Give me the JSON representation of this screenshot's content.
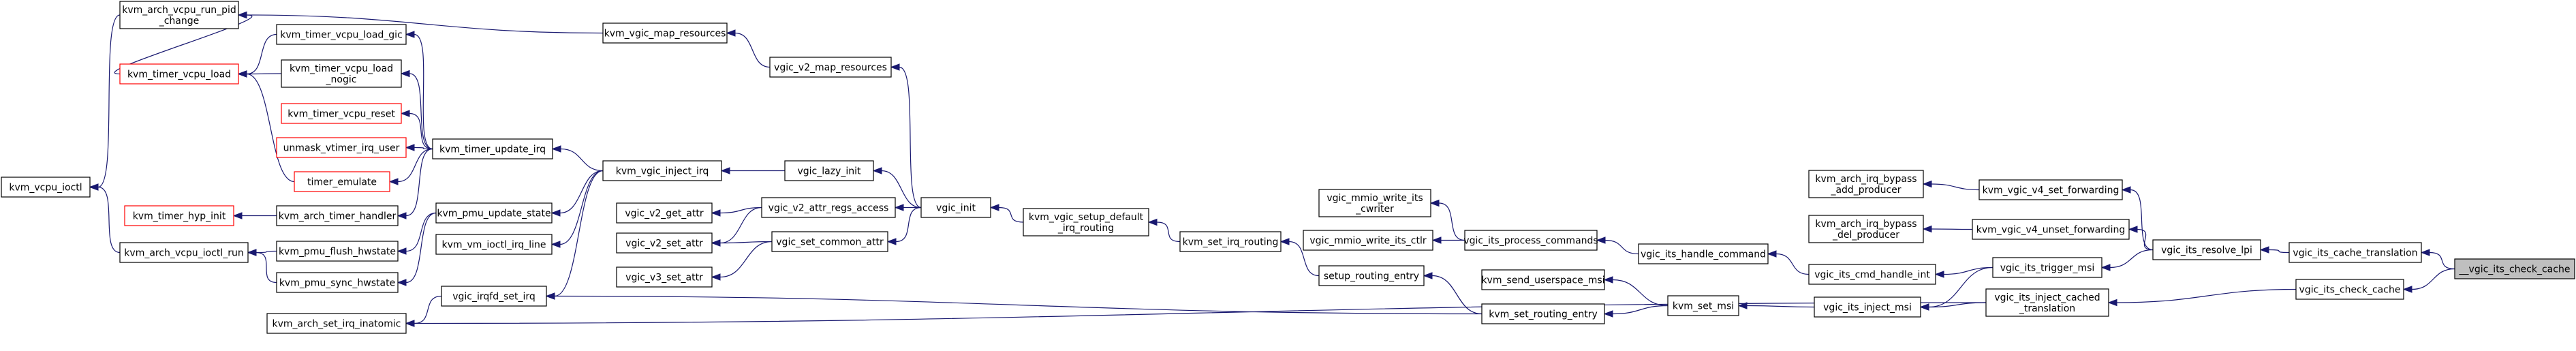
{
  "graph": {
    "title": "",
    "colors": {
      "edge": "#191970",
      "highlight_border": "#ff0000",
      "root_fill": "#bfbfbf"
    },
    "nodes": [
      {
        "id": "kvm_arch_vcpu_run_pid_change",
        "lines": [
          "kvm_arch_vcpu_run_pid",
          "_change"
        ],
        "variant": "normal"
      },
      {
        "id": "kvm_timer_vcpu_load",
        "lines": [
          "kvm_timer_vcpu_load"
        ],
        "variant": "red"
      },
      {
        "id": "kvm_timer_vcpu_load_gic",
        "lines": [
          "kvm_timer_vcpu_load_gic"
        ],
        "variant": "normal"
      },
      {
        "id": "kvm_timer_vcpu_load_nogic",
        "lines": [
          "kvm_timer_vcpu_load",
          "_nogic"
        ],
        "variant": "normal"
      },
      {
        "id": "kvm_timer_vcpu_reset",
        "lines": [
          "kvm_timer_vcpu_reset"
        ],
        "variant": "red"
      },
      {
        "id": "unmask_vtimer_irq_user",
        "lines": [
          "unmask_vtimer_irq_user"
        ],
        "variant": "red"
      },
      {
        "id": "timer_emulate",
        "lines": [
          "timer_emulate"
        ],
        "variant": "red"
      },
      {
        "id": "kvm_timer_hyp_init",
        "lines": [
          "kvm_timer_hyp_init"
        ],
        "variant": "red"
      },
      {
        "id": "kvm_vcpu_ioctl",
        "lines": [
          "kvm_vcpu_ioctl"
        ],
        "variant": "normal"
      },
      {
        "id": "kvm_arch_vcpu_ioctl_run",
        "lines": [
          "kvm_arch_vcpu_ioctl_run"
        ],
        "variant": "normal"
      },
      {
        "id": "kvm_arch_timer_handler",
        "lines": [
          "kvm_arch_timer_handler"
        ],
        "variant": "normal"
      },
      {
        "id": "kvm_pmu_flush_hwstate",
        "lines": [
          "kvm_pmu_flush_hwstate"
        ],
        "variant": "normal"
      },
      {
        "id": "kvm_pmu_sync_hwstate",
        "lines": [
          "kvm_pmu_sync_hwstate"
        ],
        "variant": "normal"
      },
      {
        "id": "kvm_arch_set_irq_inatomic",
        "lines": [
          "kvm_arch_set_irq_inatomic"
        ],
        "variant": "normal"
      },
      {
        "id": "kvm_timer_update_irq",
        "lines": [
          "kvm_timer_update_irq"
        ],
        "variant": "normal"
      },
      {
        "id": "kvm_pmu_update_state",
        "lines": [
          "kvm_pmu_update_state"
        ],
        "variant": "normal"
      },
      {
        "id": "kvm_vm_ioctl_irq_line",
        "lines": [
          "kvm_vm_ioctl_irq_line"
        ],
        "variant": "normal"
      },
      {
        "id": "vgic_irqfd_set_irq",
        "lines": [
          "vgic_irqfd_set_irq"
        ],
        "variant": "normal"
      },
      {
        "id": "kvm_vgic_map_resources",
        "lines": [
          "kvm_vgic_map_resources"
        ],
        "variant": "normal"
      },
      {
        "id": "vgic_v2_map_resources",
        "lines": [
          "vgic_v2_map_resources"
        ],
        "variant": "normal"
      },
      {
        "id": "kvm_vgic_inject_irq",
        "lines": [
          "kvm_vgic_inject_irq"
        ],
        "variant": "normal"
      },
      {
        "id": "vgic_v2_get_attr",
        "lines": [
          "vgic_v2_get_attr"
        ],
        "variant": "normal"
      },
      {
        "id": "vgic_v2_set_attr",
        "lines": [
          "vgic_v2_set_attr"
        ],
        "variant": "normal"
      },
      {
        "id": "vgic_v3_set_attr",
        "lines": [
          "vgic_v3_set_attr"
        ],
        "variant": "normal"
      },
      {
        "id": "vgic_lazy_init",
        "lines": [
          "vgic_lazy_init"
        ],
        "variant": "normal"
      },
      {
        "id": "vgic_v2_attr_regs_access",
        "lines": [
          "vgic_v2_attr_regs_access"
        ],
        "variant": "normal"
      },
      {
        "id": "vgic_set_common_attr",
        "lines": [
          "vgic_set_common_attr"
        ],
        "variant": "normal"
      },
      {
        "id": "vgic_init",
        "lines": [
          "vgic_init"
        ],
        "variant": "normal"
      },
      {
        "id": "kvm_vgic_setup_default_irq_routing",
        "lines": [
          "kvm_vgic_setup_default",
          "_irq_routing"
        ],
        "variant": "normal"
      },
      {
        "id": "kvm_set_irq_routing",
        "lines": [
          "kvm_set_irq_routing"
        ],
        "variant": "normal"
      },
      {
        "id": "setup_routing_entry",
        "lines": [
          "setup_routing_entry"
        ],
        "variant": "normal"
      },
      {
        "id": "vgic_mmio_write_its_cwriter",
        "lines": [
          "vgic_mmio_write_its",
          "_cwriter"
        ],
        "variant": "normal"
      },
      {
        "id": "vgic_mmio_write_its_ctlr",
        "lines": [
          "vgic_mmio_write_its_ctlr"
        ],
        "variant": "normal"
      },
      {
        "id": "vgic_its_process_commands",
        "lines": [
          "vgic_its_process_commands"
        ],
        "variant": "normal"
      },
      {
        "id": "kvm_send_userspace_msi",
        "lines": [
          "kvm_send_userspace_msi"
        ],
        "variant": "normal"
      },
      {
        "id": "kvm_set_routing_entry",
        "lines": [
          "kvm_set_routing_entry"
        ],
        "variant": "normal"
      },
      {
        "id": "vgic_its_handle_command",
        "lines": [
          "vgic_its_handle_command"
        ],
        "variant": "normal"
      },
      {
        "id": "kvm_set_msi",
        "lines": [
          "kvm_set_msi"
        ],
        "variant": "normal"
      },
      {
        "id": "kvm_arch_irq_bypass_add_producer",
        "lines": [
          "kvm_arch_irq_bypass",
          "_add_producer"
        ],
        "variant": "normal"
      },
      {
        "id": "kvm_arch_irq_bypass_del_producer",
        "lines": [
          "kvm_arch_irq_bypass",
          "_del_producer"
        ],
        "variant": "normal"
      },
      {
        "id": "vgic_its_cmd_handle_int",
        "lines": [
          "vgic_its_cmd_handle_int"
        ],
        "variant": "normal"
      },
      {
        "id": "vgic_its_inject_msi",
        "lines": [
          "vgic_its_inject_msi"
        ],
        "variant": "normal"
      },
      {
        "id": "kvm_vgic_v4_set_forwarding",
        "lines": [
          "kvm_vgic_v4_set_forwarding"
        ],
        "variant": "normal"
      },
      {
        "id": "kvm_vgic_v4_unset_forwarding",
        "lines": [
          "kvm_vgic_v4_unset_forwarding"
        ],
        "variant": "normal"
      },
      {
        "id": "vgic_its_trigger_msi",
        "lines": [
          "vgic_its_trigger_msi"
        ],
        "variant": "normal"
      },
      {
        "id": "vgic_its_inject_cached_translation",
        "lines": [
          "vgic_its_inject_cached",
          "_translation"
        ],
        "variant": "normal"
      },
      {
        "id": "vgic_its_resolve_lpi",
        "lines": [
          "vgic_its_resolve_lpi"
        ],
        "variant": "normal"
      },
      {
        "id": "vgic_its_check_cache",
        "lines": [
          "vgic_its_check_cache"
        ],
        "variant": "normal"
      },
      {
        "id": "vgic_its_cache_translation",
        "lines": [
          "vgic_its_cache_translation"
        ],
        "variant": "normal"
      },
      {
        "id": "__vgic_its_check_cache",
        "lines": [
          "__vgic_its_check_cache"
        ],
        "variant": "root"
      }
    ],
    "edges": [
      {
        "from": "kvm_arch_vcpu_run_pid_change",
        "to": "kvm_vcpu_ioctl"
      },
      {
        "from": "kvm_timer_vcpu_load",
        "to": "kvm_arch_vcpu_run_pid_change"
      },
      {
        "from": "kvm_timer_vcpu_load_gic",
        "to": "kvm_timer_vcpu_load"
      },
      {
        "from": "kvm_timer_vcpu_load_nogic",
        "to": "kvm_timer_vcpu_load"
      },
      {
        "from": "timer_emulate",
        "to": "kvm_timer_vcpu_load"
      },
      {
        "from": "kvm_arch_vcpu_ioctl_run",
        "to": "kvm_vcpu_ioctl"
      },
      {
        "from": "kvm_arch_timer_handler",
        "to": "kvm_timer_hyp_init"
      },
      {
        "from": "kvm_pmu_flush_hwstate",
        "to": "kvm_arch_vcpu_ioctl_run"
      },
      {
        "from": "kvm_pmu_sync_hwstate",
        "to": "kvm_arch_vcpu_ioctl_run"
      },
      {
        "from": "kvm_timer_update_irq",
        "to": "kvm_timer_vcpu_load_gic"
      },
      {
        "from": "kvm_timer_update_irq",
        "to": "kvm_timer_vcpu_load_nogic"
      },
      {
        "from": "kvm_timer_update_irq",
        "to": "kvm_timer_vcpu_reset"
      },
      {
        "from": "kvm_timer_update_irq",
        "to": "unmask_vtimer_irq_user"
      },
      {
        "from": "kvm_timer_update_irq",
        "to": "timer_emulate"
      },
      {
        "from": "kvm_timer_update_irq",
        "to": "kvm_arch_timer_handler"
      },
      {
        "from": "kvm_pmu_update_state",
        "to": "kvm_pmu_flush_hwstate"
      },
      {
        "from": "kvm_pmu_update_state",
        "to": "kvm_pmu_sync_hwstate"
      },
      {
        "from": "vgic_irqfd_set_irq",
        "to": "kvm_arch_set_irq_inatomic"
      },
      {
        "from": "kvm_vgic_map_resources",
        "to": "kvm_arch_vcpu_run_pid_change"
      },
      {
        "from": "vgic_v2_map_resources",
        "to": "kvm_vgic_map_resources"
      },
      {
        "from": "kvm_vgic_inject_irq",
        "to": "kvm_timer_update_irq"
      },
      {
        "from": "kvm_vgic_inject_irq",
        "to": "kvm_pmu_update_state"
      },
      {
        "from": "kvm_vgic_inject_irq",
        "to": "kvm_vm_ioctl_irq_line"
      },
      {
        "from": "kvm_vgic_inject_irq",
        "to": "vgic_irqfd_set_irq"
      },
      {
        "from": "vgic_lazy_init",
        "to": "kvm_vgic_inject_irq"
      },
      {
        "from": "vgic_v2_attr_regs_access",
        "to": "vgic_v2_get_attr"
      },
      {
        "from": "vgic_v2_attr_regs_access",
        "to": "vgic_v2_set_attr"
      },
      {
        "from": "vgic_set_common_attr",
        "to": "vgic_v2_set_attr"
      },
      {
        "from": "vgic_set_common_attr",
        "to": "vgic_v3_set_attr"
      },
      {
        "from": "vgic_init",
        "to": "vgic_v2_map_resources"
      },
      {
        "from": "vgic_init",
        "to": "vgic_lazy_init"
      },
      {
        "from": "vgic_init",
        "to": "vgic_v2_attr_regs_access"
      },
      {
        "from": "vgic_init",
        "to": "vgic_set_common_attr"
      },
      {
        "from": "kvm_vgic_setup_default_irq_routing",
        "to": "vgic_init"
      },
      {
        "from": "kvm_set_irq_routing",
        "to": "kvm_vgic_setup_default_irq_routing"
      },
      {
        "from": "setup_routing_entry",
        "to": "kvm_set_irq_routing"
      },
      {
        "from": "kvm_set_routing_entry",
        "to": "setup_routing_entry"
      },
      {
        "from": "kvm_set_routing_entry",
        "to": "vgic_irqfd_set_irq"
      },
      {
        "from": "vgic_its_process_commands",
        "to": "vgic_mmio_write_its_cwriter"
      },
      {
        "from": "vgic_its_process_commands",
        "to": "vgic_mmio_write_its_ctlr"
      },
      {
        "from": "vgic_its_handle_command",
        "to": "vgic_its_process_commands"
      },
      {
        "from": "kvm_set_msi",
        "to": "kvm_send_userspace_msi"
      },
      {
        "from": "kvm_set_msi",
        "to": "kvm_set_routing_entry"
      },
      {
        "from": "vgic_its_cmd_handle_int",
        "to": "vgic_its_handle_command"
      },
      {
        "from": "vgic_its_inject_msi",
        "to": "kvm_set_msi"
      },
      {
        "from": "kvm_vgic_v4_set_forwarding",
        "to": "kvm_arch_irq_bypass_add_producer"
      },
      {
        "from": "kvm_vgic_v4_unset_forwarding",
        "to": "kvm_arch_irq_bypass_del_producer"
      },
      {
        "from": "vgic_its_trigger_msi",
        "to": "vgic_its_cmd_handle_int"
      },
      {
        "from": "vgic_its_trigger_msi",
        "to": "vgic_its_inject_msi"
      },
      {
        "from": "vgic_its_inject_cached_translation",
        "to": "vgic_its_inject_msi"
      },
      {
        "from": "vgic_its_inject_cached_translation",
        "to": "kvm_arch_set_irq_inatomic"
      },
      {
        "from": "vgic_its_resolve_lpi",
        "to": "kvm_vgic_v4_set_forwarding"
      },
      {
        "from": "vgic_its_resolve_lpi",
        "to": "kvm_vgic_v4_unset_forwarding"
      },
      {
        "from": "vgic_its_resolve_lpi",
        "to": "vgic_its_trigger_msi"
      },
      {
        "from": "vgic_its_check_cache",
        "to": "vgic_its_inject_cached_translation"
      },
      {
        "from": "vgic_its_cache_translation",
        "to": "vgic_its_resolve_lpi"
      },
      {
        "from": "__vgic_its_check_cache",
        "to": "vgic_its_cache_translation"
      },
      {
        "from": "__vgic_its_check_cache",
        "to": "vgic_its_check_cache"
      }
    ]
  }
}
